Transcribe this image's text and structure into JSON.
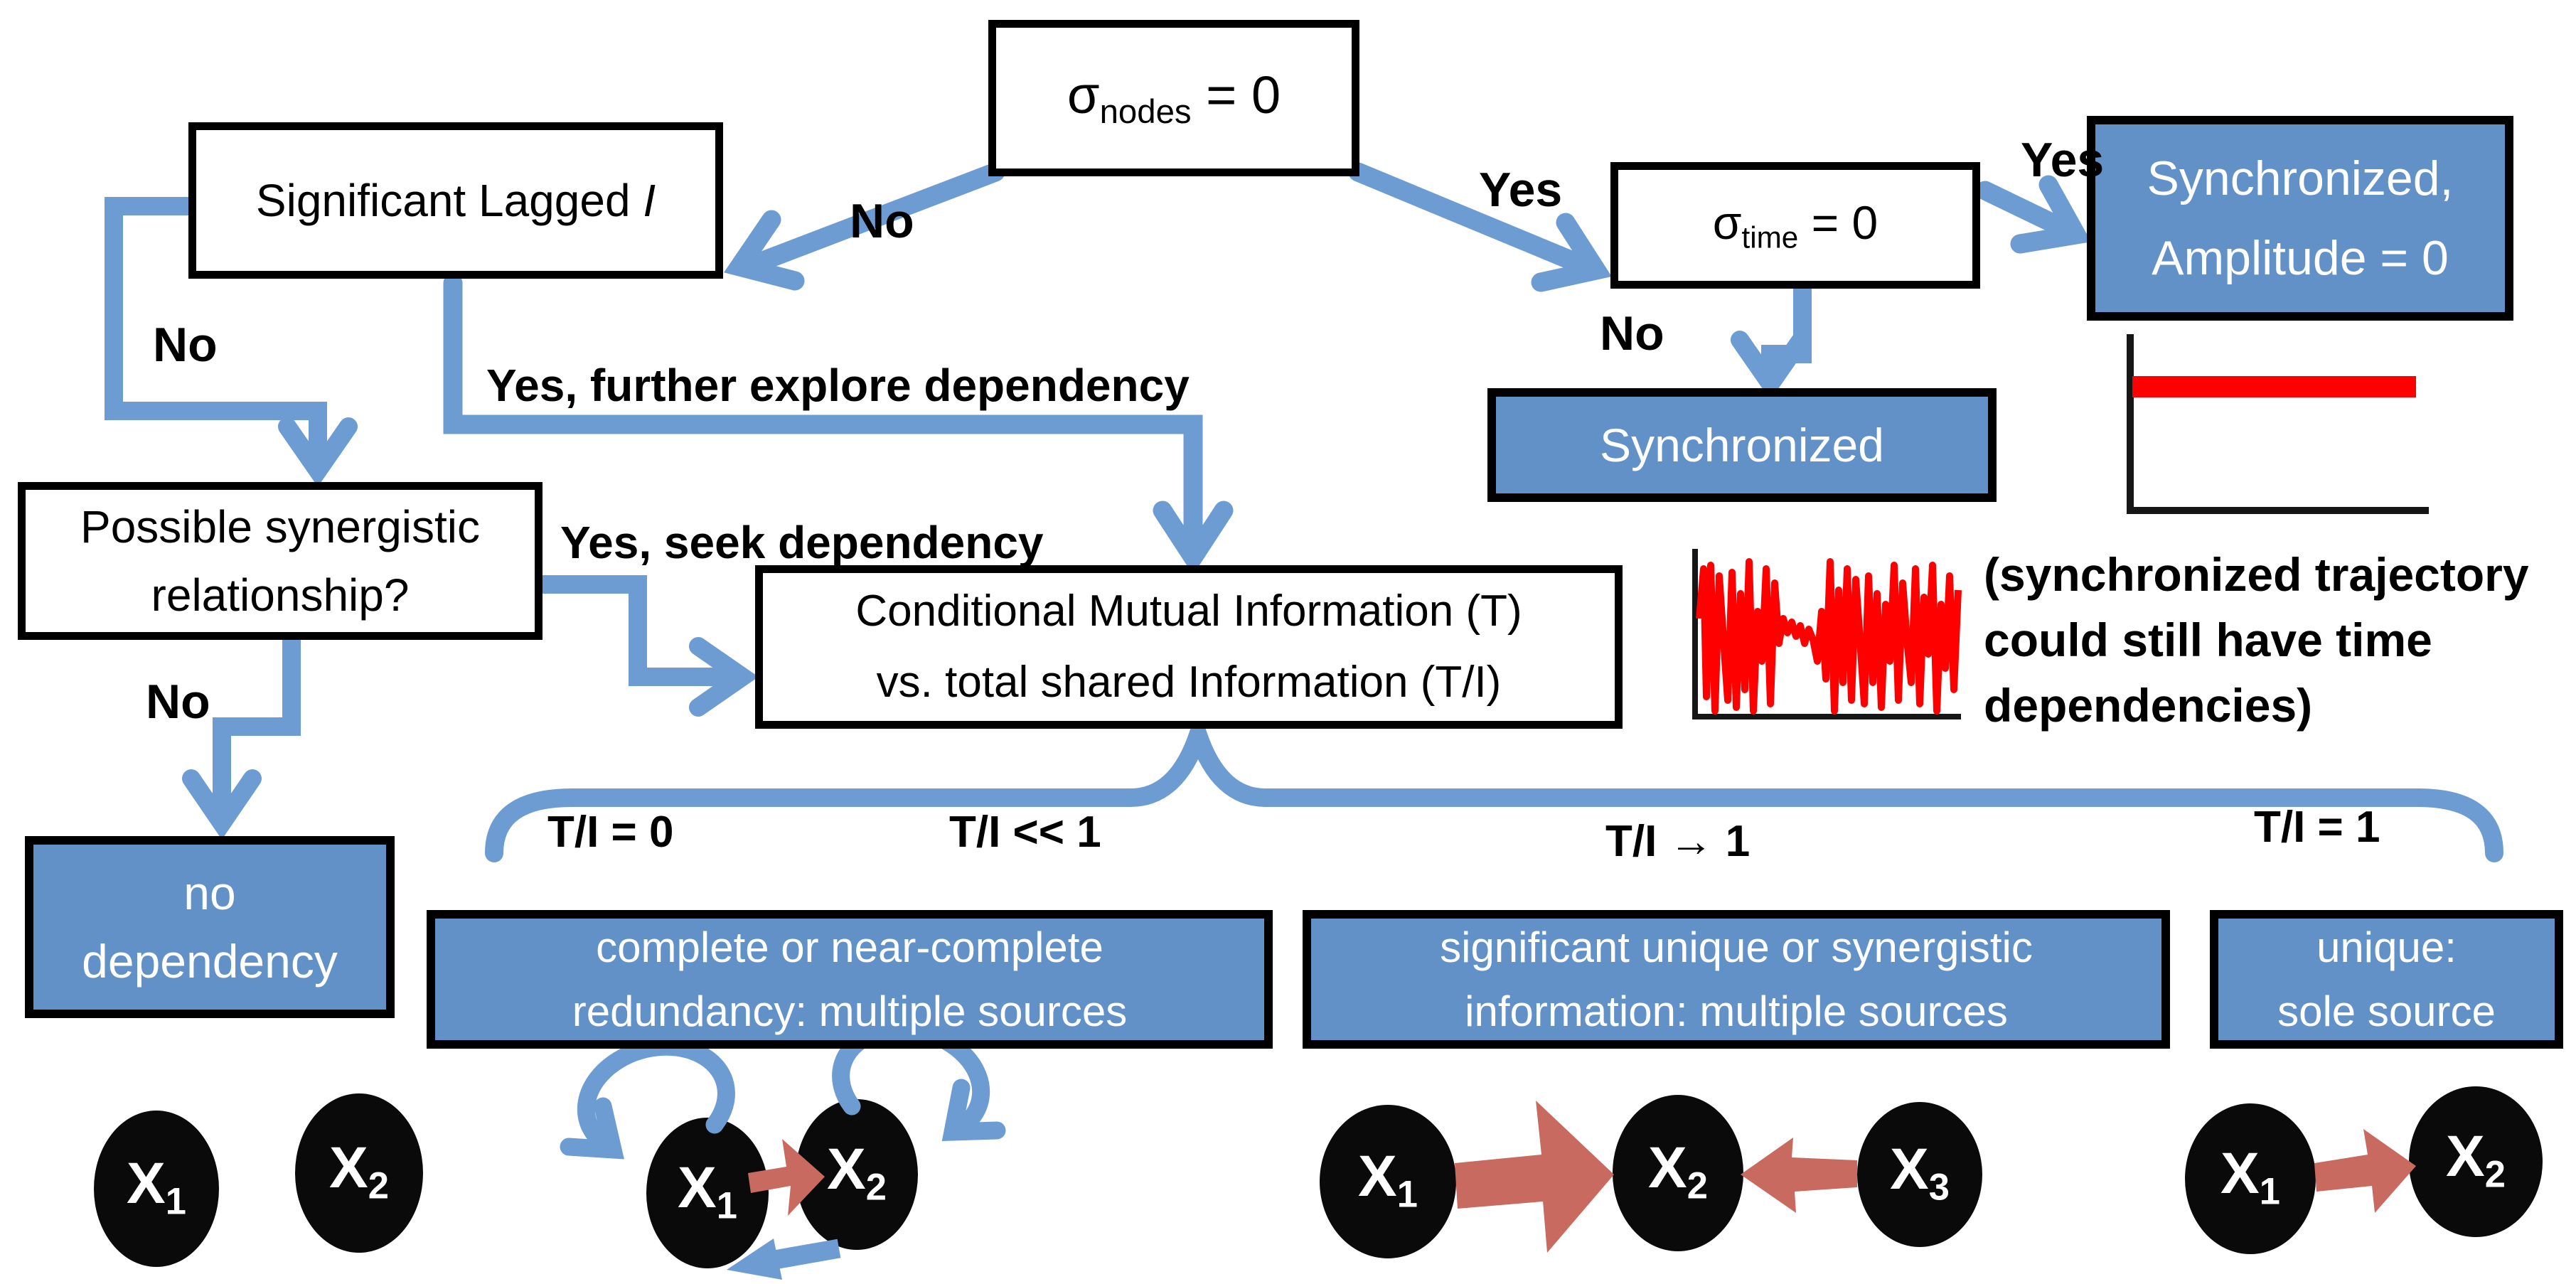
{
  "colors": {
    "blue_fill": "#6191c7",
    "blue_line": "#6d9cd3",
    "red_arrow": "#c96a60",
    "signal_red": "#ff0000",
    "node_black": "#0a0a0a"
  },
  "boxes": {
    "sigma_nodes": {
      "base": "σ",
      "sub": "nodes",
      "rest": " = 0"
    },
    "sig_lagged": {
      "text": "Significant Lagged ",
      "italic": "I"
    },
    "sigma_time": {
      "base": "σ",
      "sub": "time",
      "rest": " = 0"
    },
    "sync_amp": {
      "line1": "Synchronized,",
      "line2": "Amplitude = 0"
    },
    "synchronized": {
      "text": "Synchronized"
    },
    "possible_syn": {
      "line1": "Possible synergistic",
      "line2": "relationship?"
    },
    "cmi": {
      "line1": "Conditional Mutual Information (T)",
      "line2": "vs. total shared Information (T/I)"
    },
    "no_dep": {
      "line1": "no",
      "line2": "dependency"
    },
    "redundancy": {
      "line1": "complete or near-complete",
      "line2": "redundancy: multiple sources"
    },
    "unique_syn": {
      "line1": "significant unique or synergistic",
      "line2": "information: multiple sources"
    },
    "sole_source": {
      "line1": "unique:",
      "line2": "sole source"
    }
  },
  "labels": {
    "no_top": "No",
    "yes_top": "Yes",
    "yes_right": "Yes",
    "no_mid": "No",
    "no_left": "No",
    "no_bottom": "No",
    "yes_further": "Yes, further explore dependency",
    "yes_seek": "Yes, seek dependency",
    "ti_zero": "T/I = 0",
    "ti_ll_one": "T/I << 1",
    "ti_to_one": "T/I → 1",
    "ti_one": "T/I = 1",
    "sync_note_l1": "(synchronized trajectory",
    "sync_note_l2": "could still have time",
    "sync_note_l3": "dependencies)"
  },
  "nodes": {
    "x1": {
      "base": "X",
      "sub": "1"
    },
    "x2": {
      "base": "X",
      "sub": "2"
    },
    "x3": {
      "base": "X",
      "sub": "3"
    }
  },
  "icons": [
    "flat-signal-chart",
    "chaotic-signal-chart",
    "self-loop-arrow",
    "causal-arrow"
  ]
}
